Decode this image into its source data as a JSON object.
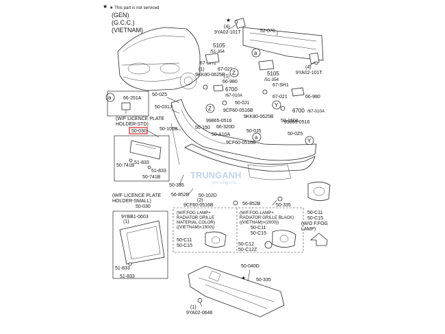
{
  "header": {
    "note": "★ This part is not serviced",
    "markets": [
      "(GEN)",
      "(G.C.C.)",
      "(VIETNAM)"
    ]
  },
  "labels": {
    "p52070": "52-070",
    "p9YA02_101T_a": "9YA02-101T",
    "p9YA02_101T_b": "9YA02-101T",
    "q4a": "(4)",
    "q4b": "(4)",
    "p5105_a": "5105",
    "p51354_a": "/51-354",
    "p5105_b": "5105",
    "p51354_b": "/51-354",
    "p67SH1_a": "67-SH1",
    "p67021_a": "67-021",
    "q1a": "(1)",
    "p9KK80": "9KK80-0625B",
    "q1b": "(1)",
    "p66980_a": "66-980",
    "p6700_a": "6700",
    "p67010A_a": "/67-010A",
    "p67SH1_b": "67-SH1",
    "p67021_b": "67-021",
    "p66980_b": "66-980",
    "p6700_b": "6700",
    "p67010A_b": "/67-010A",
    "p660Z5": "50-0Z5",
    "p50031J": "50-031J",
    "p500J1": "50-0J1",
    "p9CF60_a": "9CF60-0516B",
    "p99865_a": "99865-0516",
    "p9KK80_b": "9KK80-0625B",
    "p50150A": "50-150A",
    "p99865_b": "99865-0516",
    "p500Z5_b": "50-0Z5",
    "p50150": "50-150",
    "p66320D": "66-320D",
    "p500J5": "50-0J5",
    "pA10A": "50-A10A",
    "p9CF60_b": "9CF60-0516B",
    "p66251A": "66-251A",
    "fig_std_title": "(W/F LICENCE PLATE HOLDER-STD)",
    "p50030": "50-030",
    "p50101B": "50-101B",
    "p51833_a": "51-833",
    "p50741B_a": "50-741B",
    "p51833_b": "51-833",
    "p50741B_b": "50-741B",
    "p50335_a": "50-335",
    "p56852B_a": "56-852B",
    "p50102D": "50-102D",
    "q2": "(2)",
    "p9CF60_c": "9CF60-0516B",
    "p56852B_b": "56-852B",
    "p50335_b": "50-335",
    "fig_small_title": "(W/F LICENCE PLATE HOLDER-SMALL)",
    "p50030_b": "50-030",
    "p9YBB1": "9YBB1-0603",
    "q1c": "(1)",
    "p51833_c": "51-833",
    "p51833_d": "51-833",
    "fog1_title": "(W/F.FOG LAMP+ RADIATOR GRILLE MATERIAL COLOR) ((VIETNAM)<1500))",
    "fog1_p1": "50-C11",
    "fog1_p2": "50-C15",
    "fog2_title": "(W/F.FOG LAMP+ RADIATOR GRILLE BLACK) ((VIETNAM)>(2000))",
    "fog2_p1": "50-C11",
    "fog2_p2": "50-C15",
    "fog2_p3": "50-C12",
    "fog2_p4": "50-C12Z",
    "p50C11_r": "50-C11",
    "p50C15_r": "50-C15",
    "wo_fog": "(W/O F.FOG LAMP)",
    "p50040D": "50-040D",
    "p50335_c": "50-335",
    "p9YA02_0646": "9YA02-0646",
    "q1d": "(1)",
    "callout_a1": "a",
    "callout_a2": "a",
    "callout_z1": "Z",
    "callout_z2": "Z",
    "callout_y1": "Y",
    "callout_y2": "Y",
    "callout_a3": "a"
  },
  "watermark": {
    "brand": "TRUNGANH",
    "sub": "phu tung o to"
  },
  "colors": {
    "ink": "#222222",
    "highlight": "#d61f1f",
    "watermark": "#8fb4d8"
  }
}
